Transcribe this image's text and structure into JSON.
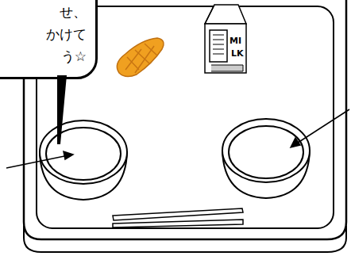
{
  "diagram": {
    "nodes": [
      {
        "text": [
          "せ、 かけて う☆"
        ]
      }
    ],
    "labels": [
      "MI",
      "LK"
    ]
  }
}
